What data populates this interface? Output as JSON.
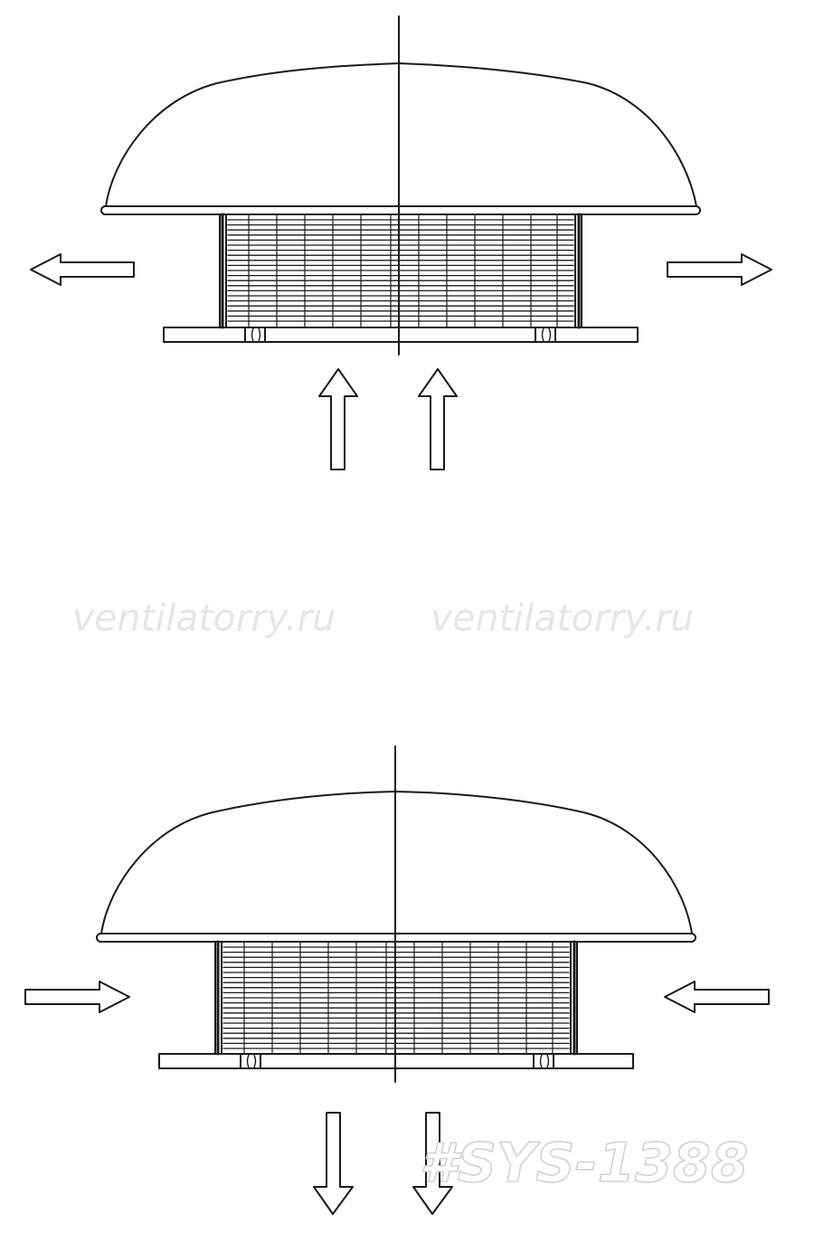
{
  "diagrams": [
    {
      "id": "exhaust",
      "name": "fan-exhaust-mode",
      "horizontal_flow": "outward",
      "vertical_flow": "upward"
    },
    {
      "id": "supply",
      "name": "fan-supply-mode",
      "horizontal_flow": "inward",
      "vertical_flow": "downward"
    }
  ],
  "watermarks": [
    "ventilatorry.ru",
    "ventilatorry.ru"
  ],
  "badge": "#SYS-1388",
  "colors": {
    "line": "#1a1a1a",
    "watermark": "#e6e6e6",
    "badge_outline": "#d2d2d2"
  }
}
